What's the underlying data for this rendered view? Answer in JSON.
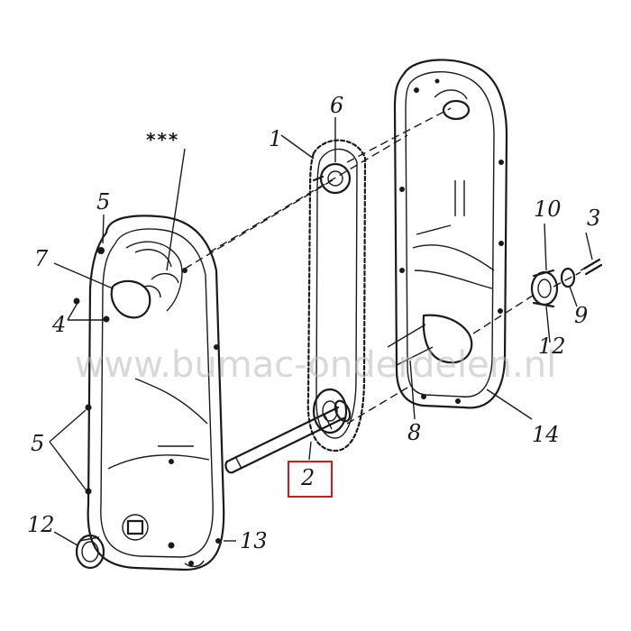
{
  "diagram": {
    "watermark": "www.bumac-onderdelen.nl",
    "accent_color": "#d11a1a",
    "highlighted_part": "2",
    "callouts": {
      "p1": "1",
      "p2": "2",
      "p3": "3",
      "p4": "4",
      "p5a": "5",
      "p5b": "5",
      "p6": "6",
      "p7": "7",
      "p8": "8",
      "p9": "9",
      "p10": "10",
      "p12a": "12",
      "p12b": "12",
      "p13": "13",
      "p14": "14",
      "stars": "***"
    }
  }
}
